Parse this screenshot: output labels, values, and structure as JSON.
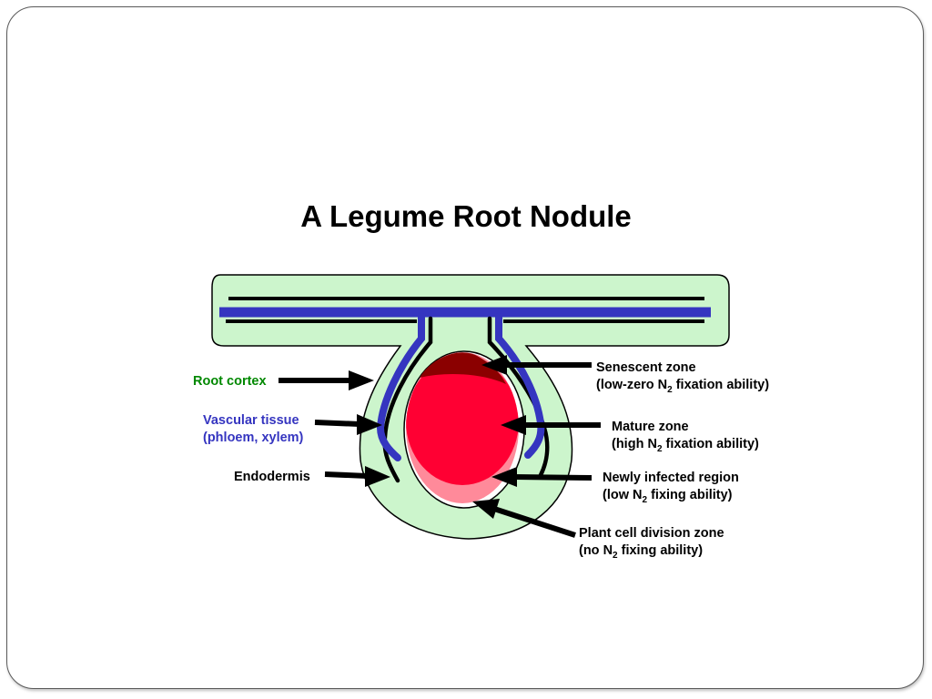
{
  "title": "A Legume Root Nodule",
  "colors": {
    "cortex_fill": "#ccf5cc",
    "vascular": "#3535c0",
    "outline": "#000000",
    "senescent": "#8b0000",
    "mature": "#ff0033",
    "newly_infected": "#ff8a9a",
    "root_cortex_label": "#008800",
    "vascular_label": "#3535c0"
  },
  "labels": {
    "root_cortex": "Root cortex",
    "vascular_line1": "Vascular tissue",
    "vascular_line2": "(phloem, xylem)",
    "endodermis": "Endodermis",
    "senescent_line1": "Senescent zone",
    "senescent_line2_a": "(low-zero N",
    "senescent_line2_sub": "2",
    "senescent_line2_b": " fixation ability)",
    "mature_line1": "Mature zone",
    "mature_line2_a": "(high N",
    "mature_line2_sub": "2",
    "mature_line2_b": " fixation ability)",
    "newly_line1": "Newly infected region",
    "newly_line2_a": "(low N",
    "newly_line2_sub": "2",
    "newly_line2_b": " fixing ability)",
    "division_line1": "Plant cell division zone",
    "division_line2_a": "(no N",
    "division_line2_sub": "2",
    "division_line2_b": " fixing ability)"
  }
}
